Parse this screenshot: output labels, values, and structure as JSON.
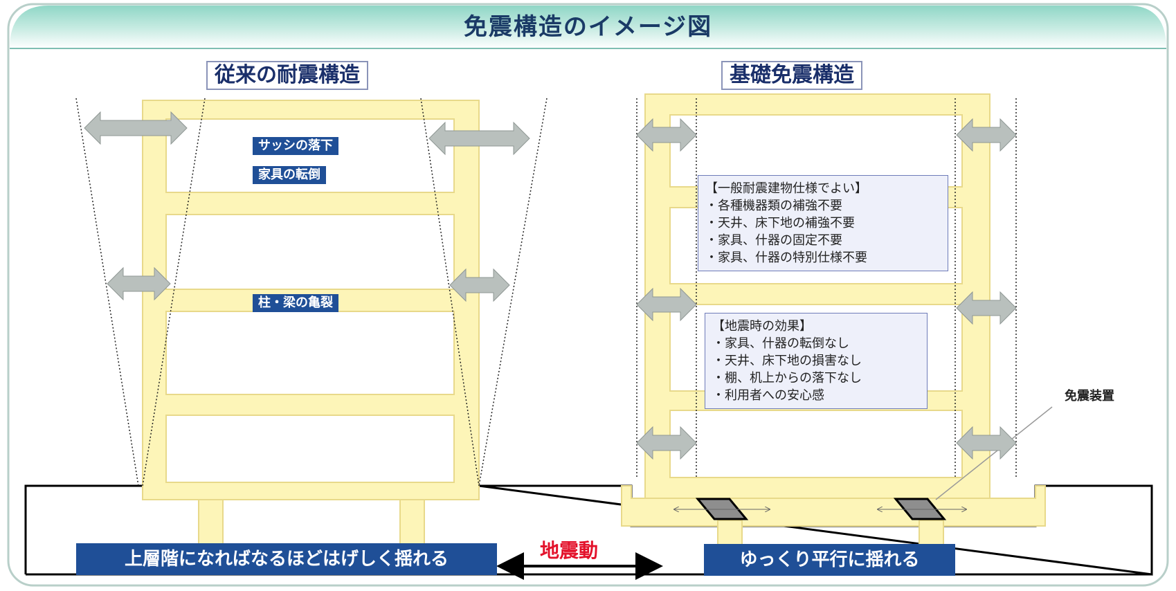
{
  "title": "免震構造のイメージ図",
  "left_section": {
    "title": "従来の耐震構造",
    "tags": [
      "サッシの落下",
      "家具の転倒",
      "柱・梁の亀裂"
    ],
    "banner": "上層階になればなるほどはげしく揺れる"
  },
  "right_section": {
    "title": "基礎免震構造",
    "box1": {
      "heading": "【一般耐震建物仕様でよい】",
      "items": [
        "・各種機器類の補強不要",
        "・天井、床下地の補強不要",
        "・家具、什器の固定不要",
        "・家具、什器の特別仕様不要"
      ]
    },
    "box2": {
      "heading": "【地震時の効果】",
      "items": [
        "・家具、什器の転倒なし",
        "・天井、床下地の損害なし",
        "・棚、机上からの落下なし",
        "・利用者への安心感"
      ]
    },
    "device_label": "免震装置",
    "banner": "ゆっくり平行に揺れる"
  },
  "ground_motion_label": "地震動",
  "colors": {
    "structure_fill": "#fdf5b8",
    "structure_stroke": "#e8d98a",
    "arrow": "#b9c0bd",
    "banner": "#1f4f97",
    "accent_red": "#e3122b",
    "header_teal": "#4aa99a"
  }
}
